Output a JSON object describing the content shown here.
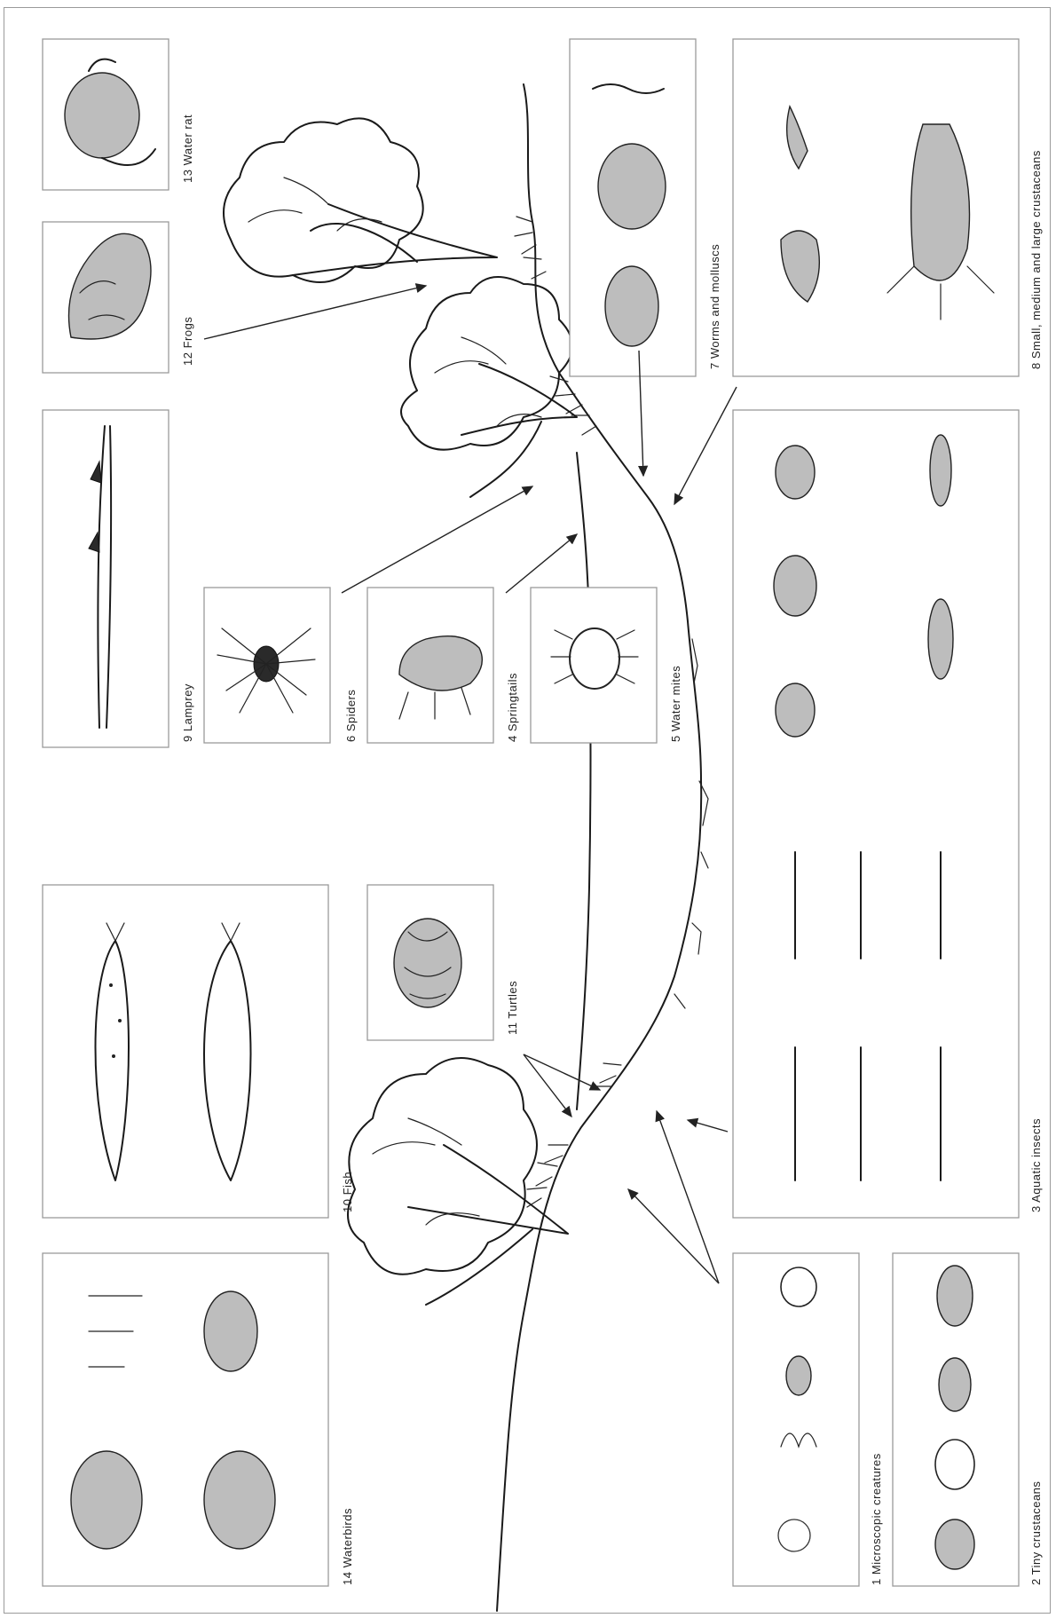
{
  "labels": {
    "l1": {
      "num": "1",
      "text": "Microscopic creatures"
    },
    "l2": {
      "num": "2",
      "text": "Tiny crustaceans"
    },
    "l3": {
      "num": "3",
      "text": "Aquatic insects"
    },
    "l4": {
      "num": "4",
      "text": "Springtails"
    },
    "l5": {
      "num": "5",
      "text": "Water mites"
    },
    "l6": {
      "num": "6",
      "text": "Spiders"
    },
    "l7": {
      "num": "7",
      "text": "Worms and molluscs"
    },
    "l8": {
      "num": "8",
      "text": "Small, medium and large crustaceans"
    },
    "l9": {
      "num": "9",
      "text": "Lamprey"
    },
    "l10": {
      "num": "10",
      "text": "Fish"
    },
    "l11": {
      "num": "11",
      "text": "Turtles"
    },
    "l12": {
      "num": "12",
      "text": "Frogs"
    },
    "l13": {
      "num": "13",
      "text": "Water rat"
    },
    "l14": {
      "num": "14",
      "text": "Waterbirds"
    }
  },
  "colors": {
    "ink": "#1a1a1a",
    "border": "#9a9a9a",
    "background": "#ffffff"
  }
}
